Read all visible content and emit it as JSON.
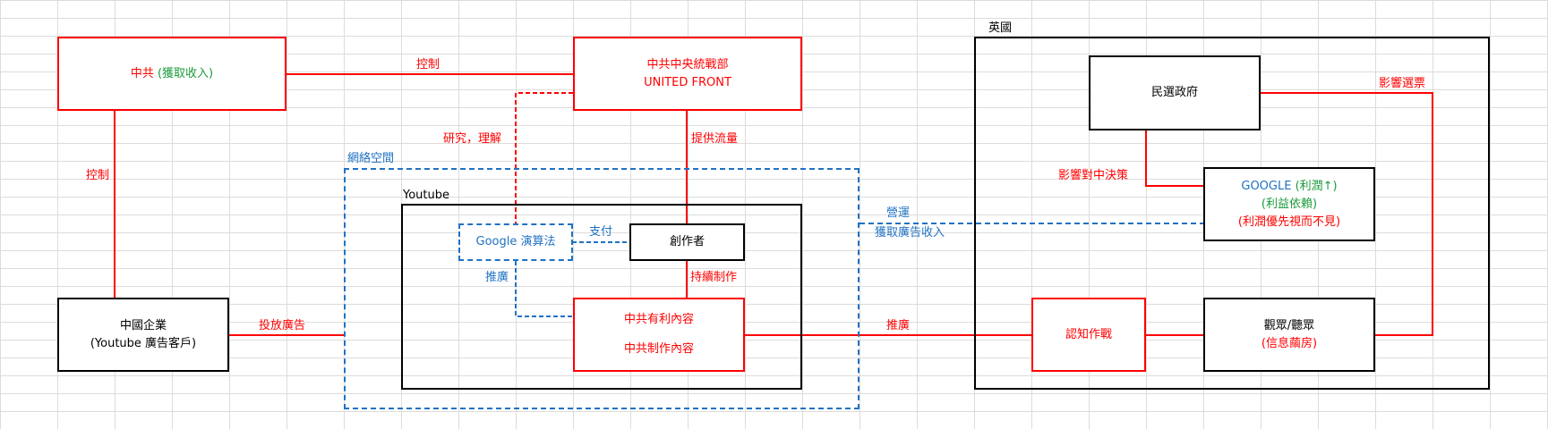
{
  "colors": {
    "red": "#ff0000",
    "blue": "#1f72c2",
    "green": "#1a9a3a",
    "black": "#000000"
  },
  "regions": {
    "uk": "英國",
    "cyberspace": "網絡空間",
    "youtube": "Youtube"
  },
  "nodes": {
    "ccp": {
      "name": "中共 ",
      "paren": "(獲取收入)"
    },
    "ufwd": {
      "line1": "中共中央統戰部",
      "line2": "UNITED FRONT"
    },
    "chinese_companies": {
      "line1": "中國企業",
      "line2": "(Youtube 廣告客戶)"
    },
    "algorithm": "Google 演算法",
    "creator": "創作者",
    "ccp_content": {
      "line1": "中共有利內容",
      "line2": "中共制作內容"
    },
    "elected_gov": "民選政府",
    "google": {
      "line1": "GOOGLE ",
      "line1_paren": "(利潤↑)",
      "line2": "(利益依賴)",
      "line3": "(利潤優先視而不見)"
    },
    "cognitive_war": "認知作戰",
    "audience": {
      "line1": "觀眾/聽眾",
      "line2": "(信息繭房)"
    }
  },
  "edges": {
    "control_top": "控制",
    "control_left": "控制",
    "research": "研究，理解",
    "provide_traffic": "提供流量",
    "pay": "支付",
    "recommend_left": "推廣",
    "keep_producing": "持續制作",
    "place_ads": "投放廣告",
    "operate": "營運",
    "ad_revenue": "獲取廣告收入",
    "recommend_right": "推廣",
    "influence_decision": "影響對中決策",
    "influence_votes": "影響選票"
  }
}
